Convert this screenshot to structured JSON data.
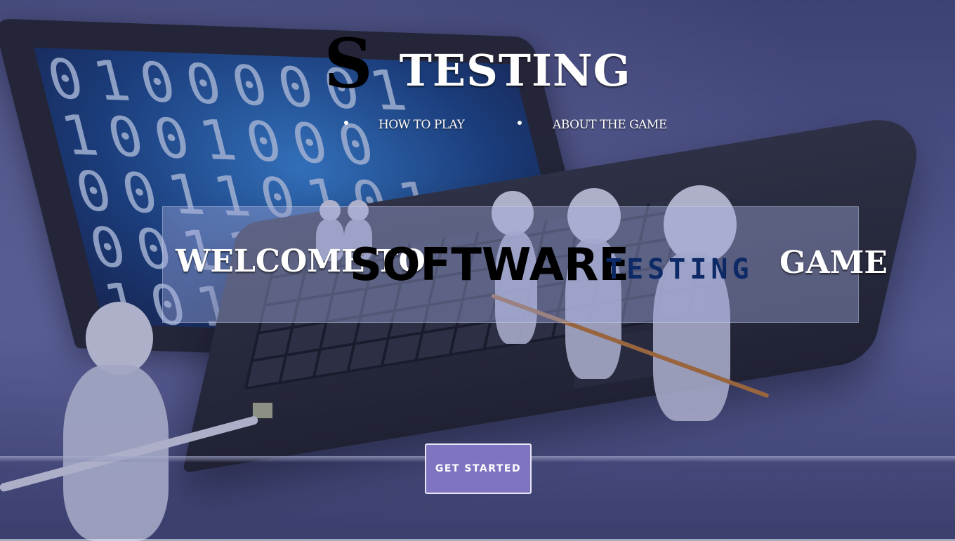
{
  "logo": {
    "letter": "S",
    "word": "TESTING"
  },
  "nav": {
    "items": [
      {
        "label": "HOW TO PLAY"
      },
      {
        "label": "ABOUT THE GAME"
      }
    ]
  },
  "welcome": {
    "part1": "WELCOME TO",
    "part2": "SOFTWARE",
    "part3": "TESTING",
    "part4": "GAME"
  },
  "cta": {
    "label": "GET STARTED"
  },
  "background": {
    "binary_rows": [
      "01000001",
      "1001000",
      "00110101",
      "0011010",
      "10101"
    ]
  },
  "colors": {
    "accent_button": "#7e74c2",
    "welcome_band": "#a0aadc",
    "testing_word": "#0d2a66"
  }
}
